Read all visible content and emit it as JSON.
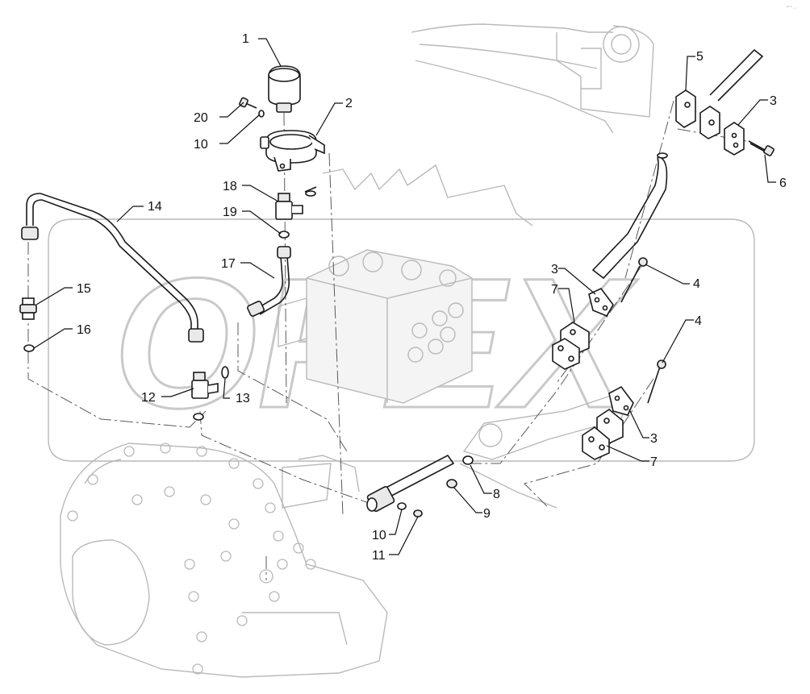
{
  "watermark": {
    "text": "OPEX"
  },
  "corner_note": "° ' ··",
  "callouts": [
    {
      "id": "c1",
      "label": "1"
    },
    {
      "id": "c2",
      "label": "2"
    },
    {
      "id": "c20",
      "label": "20"
    },
    {
      "id": "c10a",
      "label": "10"
    },
    {
      "id": "c18",
      "label": "18"
    },
    {
      "id": "c19",
      "label": "19"
    },
    {
      "id": "c14",
      "label": "14"
    },
    {
      "id": "c17",
      "label": "17"
    },
    {
      "id": "c15",
      "label": "15"
    },
    {
      "id": "c16",
      "label": "16"
    },
    {
      "id": "c12",
      "label": "12"
    },
    {
      "id": "c13",
      "label": "13"
    },
    {
      "id": "c5",
      "label": "5"
    },
    {
      "id": "c3a",
      "label": "3"
    },
    {
      "id": "c6",
      "label": "6"
    },
    {
      "id": "c3b",
      "label": "3"
    },
    {
      "id": "c7a",
      "label": "7"
    },
    {
      "id": "c4a",
      "label": "4"
    },
    {
      "id": "c4b",
      "label": "4"
    },
    {
      "id": "c3c",
      "label": "3"
    },
    {
      "id": "c7b",
      "label": "7"
    },
    {
      "id": "c8",
      "label": "8"
    },
    {
      "id": "c9",
      "label": "9"
    },
    {
      "id": "c10b",
      "label": "10"
    },
    {
      "id": "c11",
      "label": "11"
    }
  ]
}
